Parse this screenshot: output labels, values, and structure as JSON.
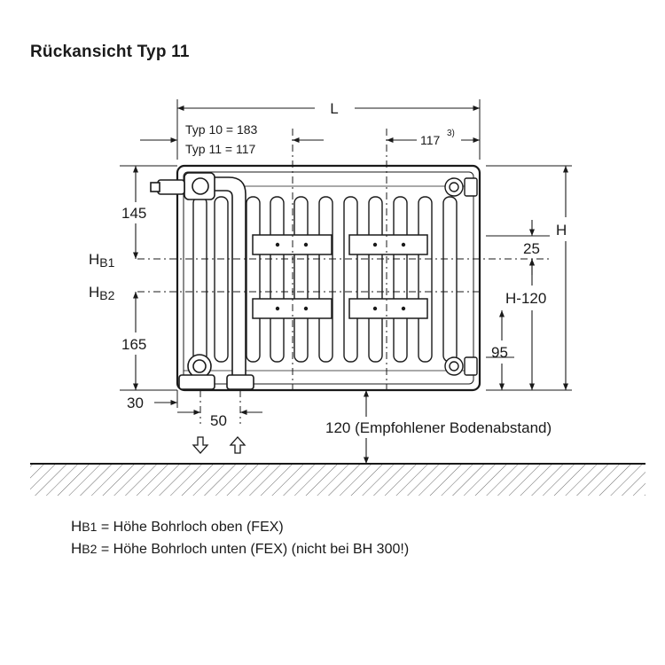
{
  "title": "Rückansicht Typ 11",
  "dimensions": {
    "L": "L",
    "H": "H",
    "typ10": "Typ 10 = 183",
    "typ11": "Typ 11 = 117",
    "d117": "117",
    "d117_note": "3)",
    "d145": "145",
    "hb1_sym": "H",
    "hb1_sub": "B1",
    "hb2_sym": "H",
    "hb2_sub": "B2",
    "d165": "165",
    "d30": "30",
    "d50": "50",
    "d25": "25",
    "dH120": "H-120",
    "d95": "95",
    "floor_gap": "120 (Empfohlener Bodenabstand)"
  },
  "legend": [
    {
      "sym": "H",
      "sub": "B1",
      "text": " = Höhe Bohrloch oben (FEX)"
    },
    {
      "sym": "H",
      "sub": "B2",
      "text": " = Höhe Bohrloch unten (FEX) (nicht bei BH 300!)"
    }
  ],
  "flow_icons": [
    "arrow-down-icon",
    "arrow-up-icon"
  ]
}
